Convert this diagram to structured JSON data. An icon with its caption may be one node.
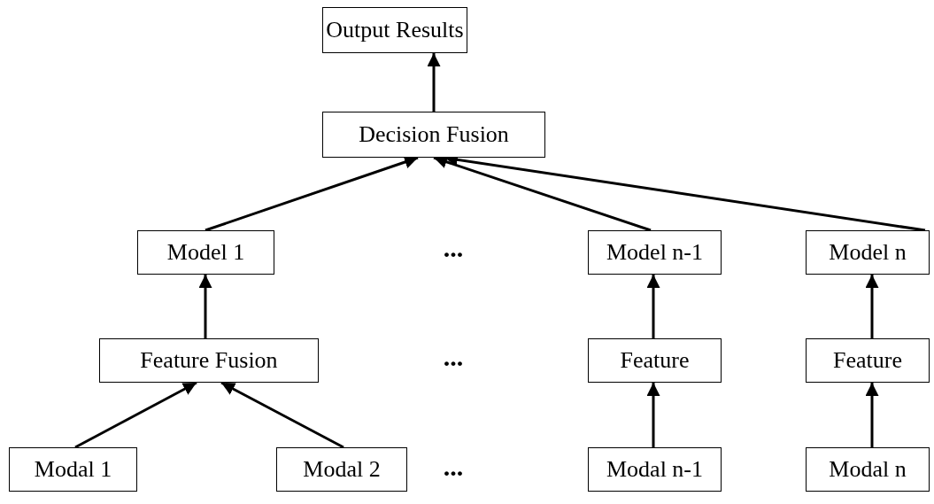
{
  "diagram": {
    "nodes": [
      {
        "text": [
          "Output Results"
        ]
      },
      {
        "text": [
          "Decision Fusion"
        ]
      },
      {
        "text": [
          "Model 1"
        ]
      },
      {
        "text": [
          "Model n-1"
        ]
      },
      {
        "text": [
          "Model n"
        ]
      },
      {
        "text": [
          "Feature Fusion"
        ]
      },
      {
        "text": [
          "Feature"
        ]
      },
      {
        "text": [
          "Feature"
        ]
      },
      {
        "text": [
          "Modal 1"
        ]
      },
      {
        "text": [
          "Modal 2"
        ]
      },
      {
        "text": [
          "Modal n-1"
        ]
      },
      {
        "text": [
          "Modal n"
        ]
      }
    ],
    "edges": [
      {
        "from": 1,
        "to": 0,
        "arrow": "to"
      },
      {
        "from": 2,
        "to": 1,
        "arrow": "to"
      },
      {
        "from": 3,
        "to": 1,
        "arrow": "to"
      },
      {
        "from": 4,
        "to": 1,
        "arrow": "to"
      },
      {
        "from": 5,
        "to": 2,
        "arrow": "to"
      },
      {
        "from": 6,
        "to": 3,
        "arrow": "to"
      },
      {
        "from": 7,
        "to": 4,
        "arrow": "to"
      },
      {
        "from": 8,
        "to": 5,
        "arrow": "to"
      },
      {
        "from": 9,
        "to": 5,
        "arrow": "to"
      },
      {
        "from": 10,
        "to": 6,
        "arrow": "to"
      },
      {
        "from": 11,
        "to": 7,
        "arrow": "to"
      }
    ],
    "labels": [
      "...",
      "...",
      "..."
    ]
  }
}
